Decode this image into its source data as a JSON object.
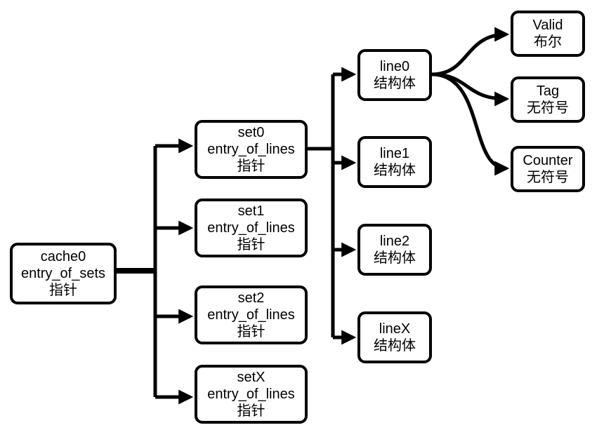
{
  "diagram": {
    "nodes": {
      "cache0": {
        "name": "cache0",
        "field": "entry_of_sets",
        "type": "指针"
      },
      "set0": {
        "name": "set0",
        "field": "entry_of_lines",
        "type": "指针"
      },
      "set1": {
        "name": "set1",
        "field": "entry_of_lines",
        "type": "指针"
      },
      "set2": {
        "name": "set2",
        "field": "entry_of_lines",
        "type": "指针"
      },
      "setX": {
        "name": "setX",
        "field": "entry_of_lines",
        "type": "指针"
      },
      "line0": {
        "name": "line0",
        "type": "结构体"
      },
      "line1": {
        "name": "line1",
        "type": "结构体"
      },
      "line2": {
        "name": "line2",
        "type": "结构体"
      },
      "lineX": {
        "name": "lineX",
        "type": "结构体"
      },
      "valid": {
        "name": "Valid",
        "type": "布尔"
      },
      "tag": {
        "name": "Tag",
        "type": "无符号"
      },
      "counter": {
        "name": "Counter",
        "type": "无符号"
      }
    },
    "edges": [
      {
        "from": "cache0",
        "to": "set0"
      },
      {
        "from": "cache0",
        "to": "set1"
      },
      {
        "from": "cache0",
        "to": "set2"
      },
      {
        "from": "cache0",
        "to": "setX"
      },
      {
        "from": "set0",
        "to": "line0"
      },
      {
        "from": "set0",
        "to": "line1"
      },
      {
        "from": "set0",
        "to": "line2"
      },
      {
        "from": "set0",
        "to": "lineX"
      },
      {
        "from": "line0",
        "to": "valid"
      },
      {
        "from": "line0",
        "to": "tag"
      },
      {
        "from": "line0",
        "to": "counter"
      }
    ],
    "colors": {
      "stroke": "#000000",
      "fill": "#ffffff"
    }
  }
}
